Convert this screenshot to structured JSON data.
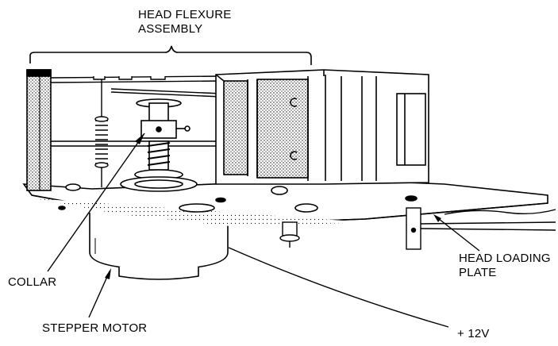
{
  "figure": {
    "labels": {
      "head_flexure_line1": "HEAD FLEXURE",
      "head_flexure_line2": "ASSEMBLY",
      "head_loading_line1": "HEAD LOADING",
      "head_loading_line2": "PLATE",
      "collar": "COLLAR",
      "stepper_motor": "STEPPER MOTOR",
      "supply": "+ 12V"
    }
  }
}
